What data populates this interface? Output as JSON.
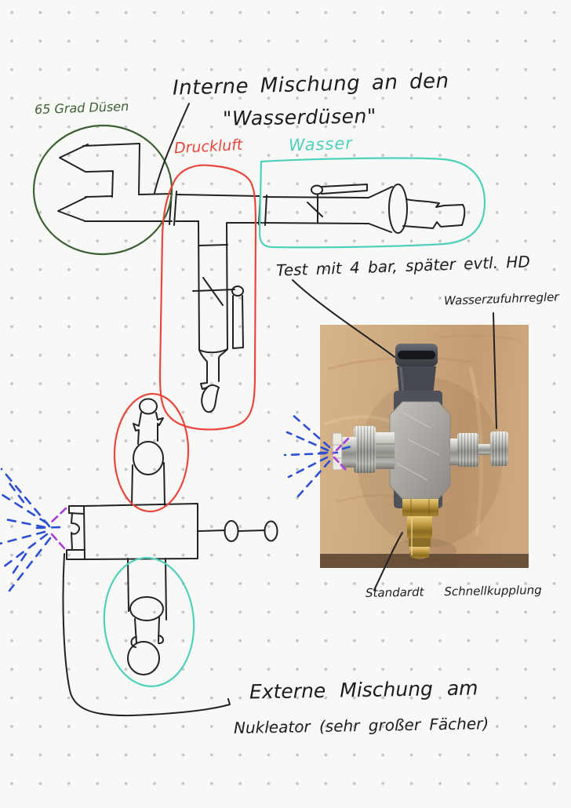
{
  "notes": {
    "title_line1": "Interne Mischung an den",
    "title_line2": "\"Wasserdüsen\"",
    "nozzle_label": "65 Grad Düsen",
    "air_label": "Druckluft",
    "water_label": "Wasser",
    "test_note": "Test mit 4 bar, später evtl. HD",
    "regulator_label": "Wasserzufuhrregler",
    "coupling_label_part1": "Standardt",
    "coupling_label_part2": "Schnellkupplung",
    "bottom_line1": "Externe Mischung am",
    "bottom_line2": "Nukleator (sehr großer Fächer)"
  },
  "colors": {
    "ink": "#1c1c1c",
    "air_accent_red": "#e8463c",
    "water_accent_teal": "#4fd0ba",
    "nozzle_accent_green": "#3c5f33",
    "spray_blue": "#2b50d4",
    "spray_purple": "#a93fd9",
    "paper": "#f8f8f7",
    "dot_grid": "#bcbcbc",
    "photo_wood": "#cba77d"
  }
}
